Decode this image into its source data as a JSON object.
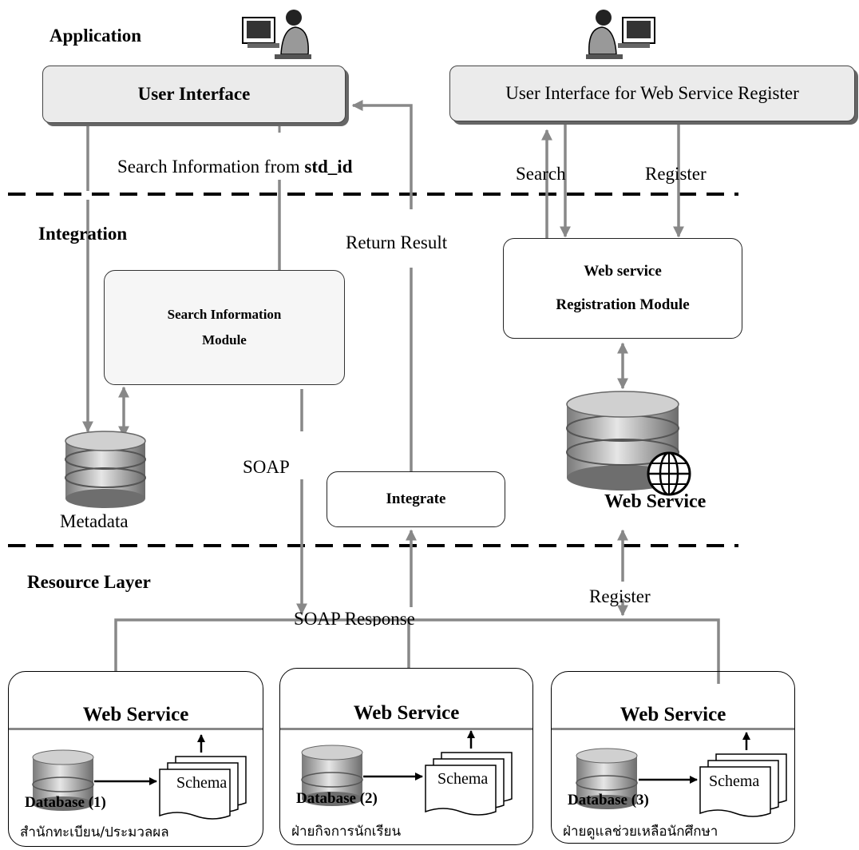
{
  "layers": {
    "application": "Application",
    "integration": "Integration",
    "resource": "Resource Layer"
  },
  "boxes": {
    "user_interface": "User Interface",
    "ui_register": "User Interface for Web Service Register",
    "search_module_line1": "Search Information",
    "search_module_line2": "Module",
    "registration_line1": "Web service",
    "registration_line2": "Registration Module",
    "integrate": "Integrate"
  },
  "labels": {
    "search_info_prefix": "Search Information from ",
    "search_info_key": "std_id",
    "return_result": "Return Result",
    "search": "Search",
    "register_top": "Register",
    "soap": "SOAP",
    "soap_response": "SOAP Response",
    "register_bottom": "Register",
    "metadata": "Metadata",
    "web_service_db": "Web Service"
  },
  "resources": [
    {
      "title": "Web Service",
      "database": "Database (1)",
      "schema": "Schema",
      "dept": "สำนักทะเบียน/ประมวลผล"
    },
    {
      "title": "Web Service",
      "database": "Database (2)",
      "schema": "Schema",
      "dept": "ฝ่ายกิจการนักเรียน"
    },
    {
      "title": "Web Service",
      "database": "Database (3)",
      "schema": "Schema",
      "dept": "ฝ่ายดูแลช่วยเหลือนักศึกษา"
    }
  ],
  "icons": {
    "user": "user-at-computer-icon",
    "database": "database-cylinder-icon",
    "globe": "globe-icon",
    "schema": "schema-document-stack-icon"
  }
}
